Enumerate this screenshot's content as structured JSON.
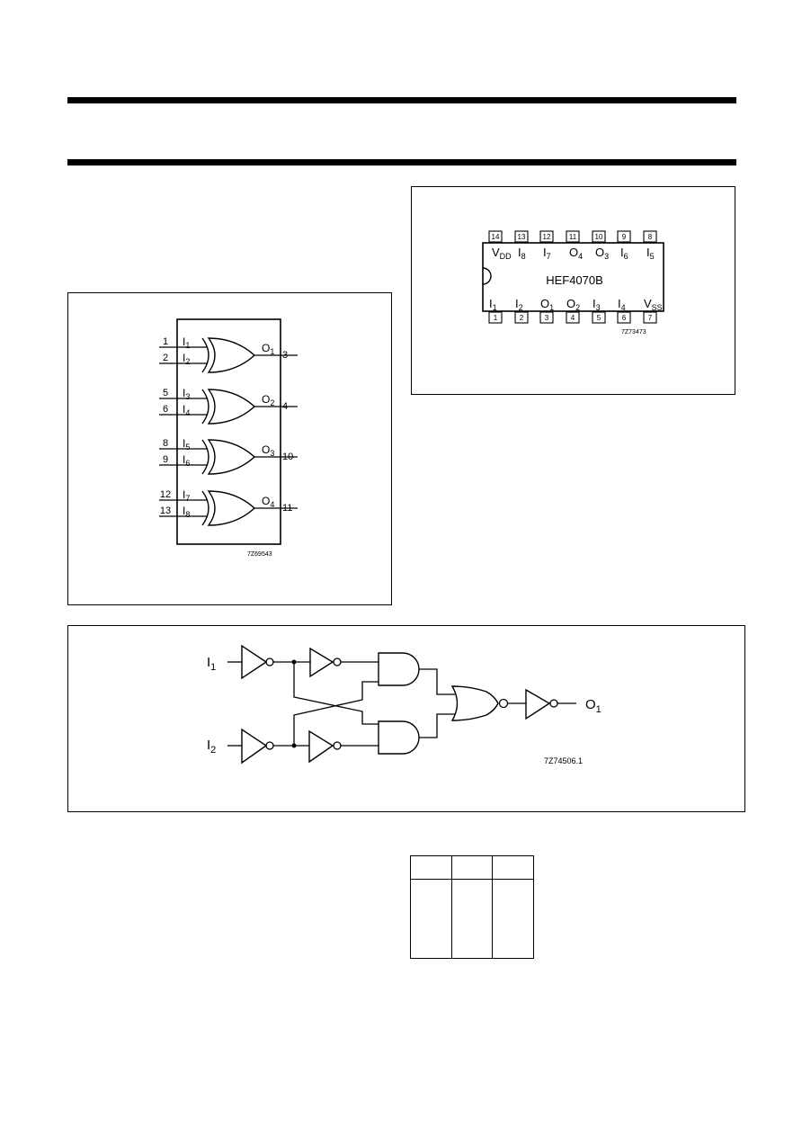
{
  "pinning": {
    "part": "HEF4070B",
    "code": "7Z73473",
    "top_pins": [
      {
        "num": "14",
        "name": "V",
        "sub": "DD"
      },
      {
        "num": "13",
        "name": "I",
        "sub": "8"
      },
      {
        "num": "12",
        "name": "I",
        "sub": "7"
      },
      {
        "num": "11",
        "name": "O",
        "sub": "4"
      },
      {
        "num": "10",
        "name": "O",
        "sub": "3"
      },
      {
        "num": "9",
        "name": "I",
        "sub": "6"
      },
      {
        "num": "8",
        "name": "I",
        "sub": "5"
      }
    ],
    "bottom_pins": [
      {
        "num": "1",
        "name": "I",
        "sub": "1"
      },
      {
        "num": "2",
        "name": "I",
        "sub": "2"
      },
      {
        "num": "3",
        "name": "O",
        "sub": "1"
      },
      {
        "num": "4",
        "name": "O",
        "sub": "2"
      },
      {
        "num": "5",
        "name": "I",
        "sub": "3"
      },
      {
        "num": "6",
        "name": "I",
        "sub": "4"
      },
      {
        "num": "7",
        "name": "V",
        "sub": "SS"
      }
    ]
  },
  "function_diagram": {
    "code": "7Z69543",
    "gates": [
      {
        "in_a_pin": "1",
        "in_a": "I",
        "in_a_sub": "1",
        "in_b_pin": "2",
        "in_b": "I",
        "in_b_sub": "2",
        "out": "O",
        "out_sub": "1",
        "out_pin": "3"
      },
      {
        "in_a_pin": "5",
        "in_a": "I",
        "in_a_sub": "3",
        "in_b_pin": "6",
        "in_b": "I",
        "in_b_sub": "4",
        "out": "O",
        "out_sub": "2",
        "out_pin": "4"
      },
      {
        "in_a_pin": "8",
        "in_a": "I",
        "in_a_sub": "5",
        "in_b_pin": "9",
        "in_b": "I",
        "in_b_sub": "6",
        "out": "O",
        "out_sub": "3",
        "out_pin": "10"
      },
      {
        "in_a_pin": "12",
        "in_a": "I",
        "in_a_sub": "7",
        "in_b_pin": "13",
        "in_b": "I",
        "in_b_sub": "8",
        "out": "O",
        "out_sub": "4",
        "out_pin": "11"
      }
    ]
  },
  "logic_diagram": {
    "code": "7Z74506.1",
    "input1": "I",
    "input1_sub": "1",
    "input2": "I",
    "input2_sub": "2",
    "output": "O",
    "output_sub": "1"
  }
}
